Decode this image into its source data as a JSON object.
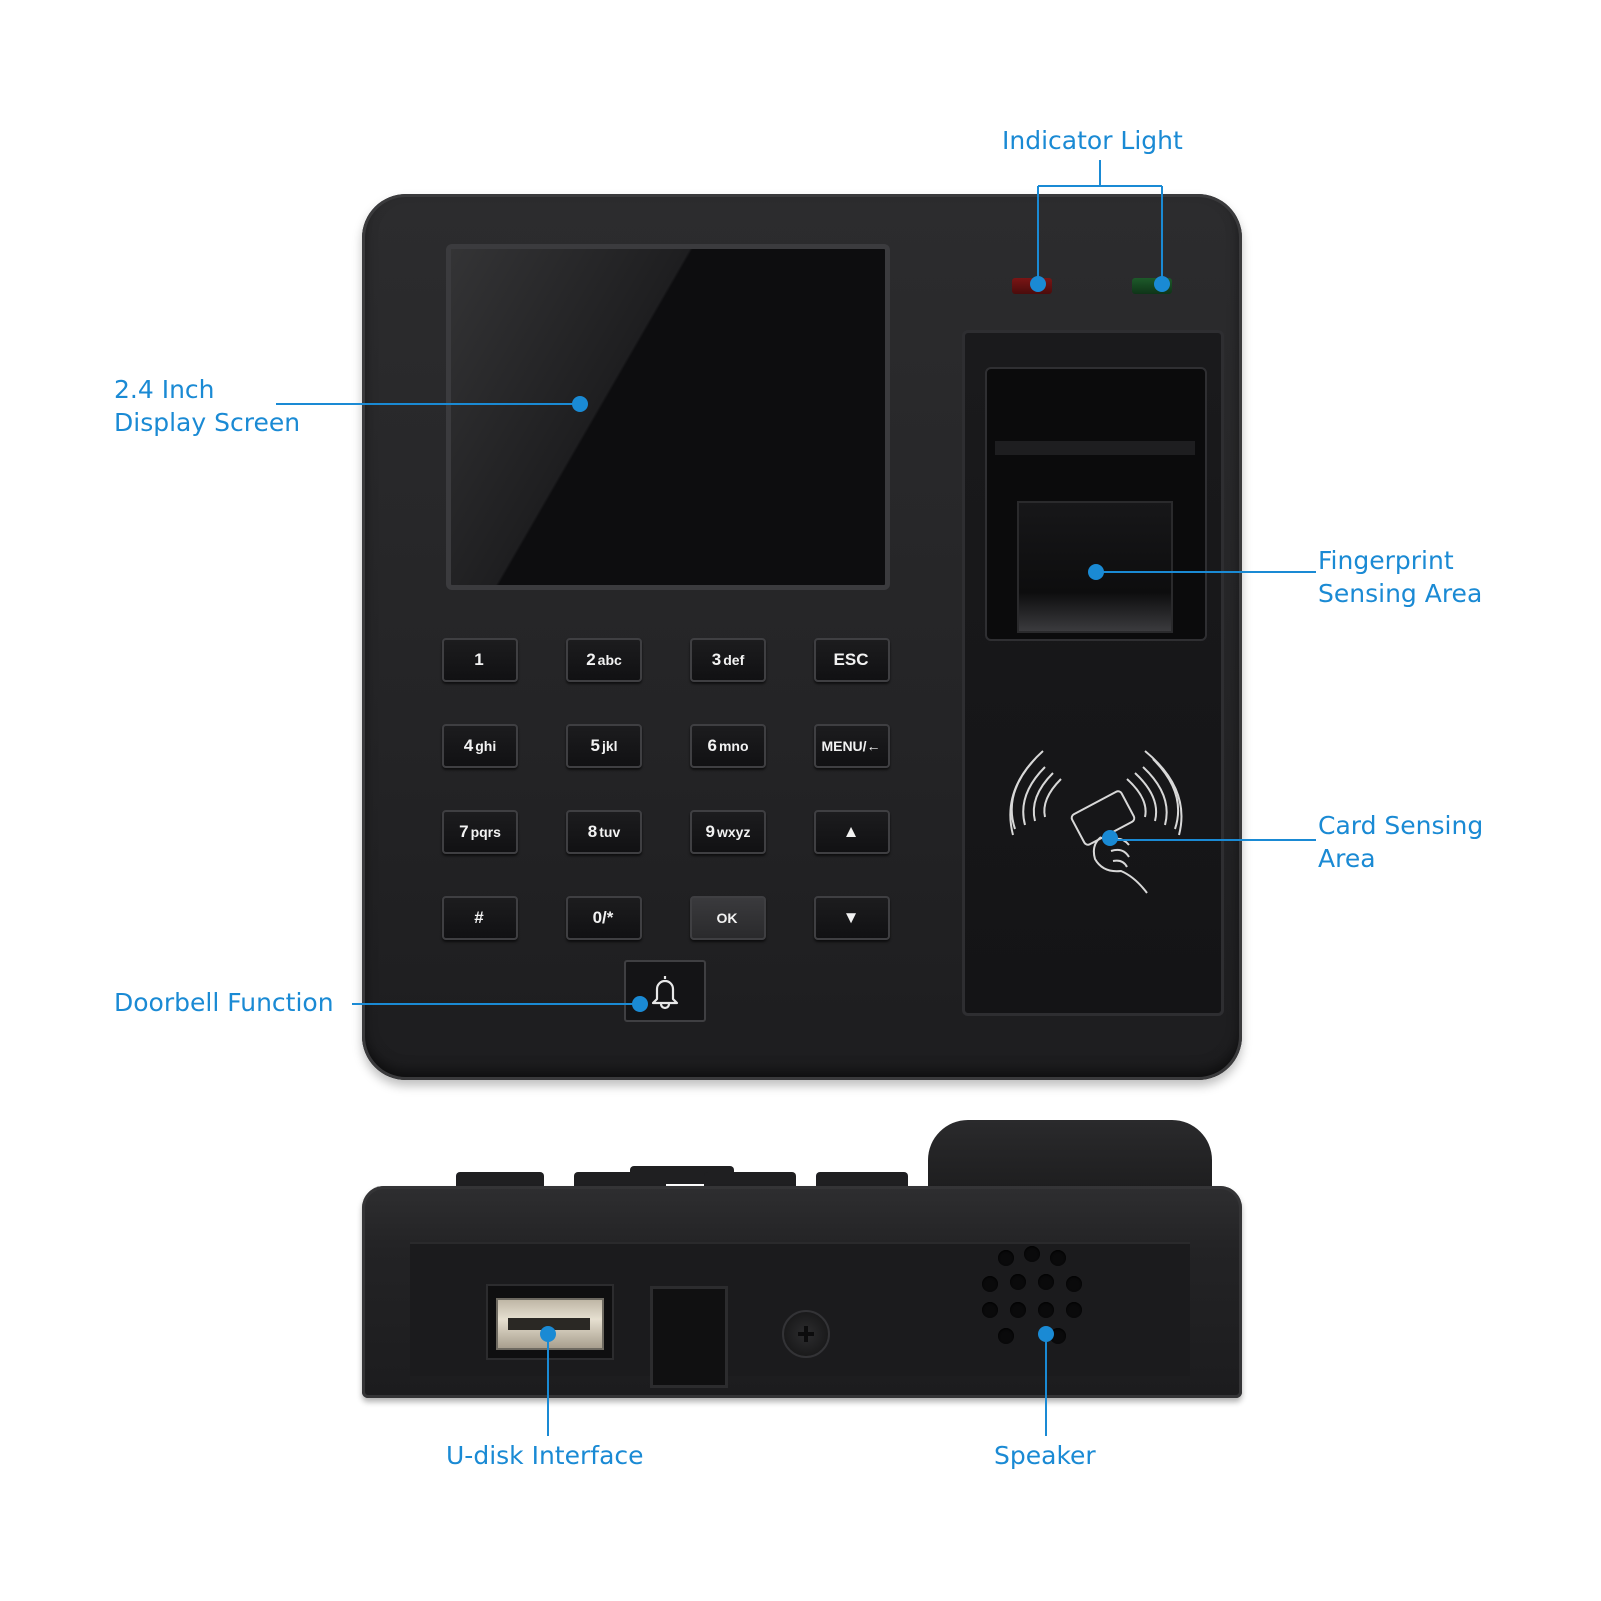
{
  "callouts": {
    "indicator_light": "Indicator Light",
    "display_screen_line1": "2.4 Inch",
    "display_screen_line2": "Display Screen",
    "fingerprint_line1": "Fingerprint",
    "fingerprint_line2": "Sensing Area",
    "card_line1": "Card Sensing",
    "card_line2": "Area",
    "doorbell": "Doorbell Function",
    "udisk": "U-disk Interface",
    "speaker": "Speaker"
  },
  "keypad": {
    "keys": [
      {
        "main": "1",
        "sub": ""
      },
      {
        "main": "2",
        "sub": "abc"
      },
      {
        "main": "3",
        "sub": "def"
      },
      {
        "main": "ESC",
        "sub": ""
      },
      {
        "main": "4",
        "sub": "ghi"
      },
      {
        "main": "5",
        "sub": "jkl"
      },
      {
        "main": "6",
        "sub": "mno"
      },
      {
        "main": "MENU/←",
        "sub": ""
      },
      {
        "main": "7",
        "sub": "pqrs"
      },
      {
        "main": "8",
        "sub": "tuv"
      },
      {
        "main": "9",
        "sub": "wxyz"
      },
      {
        "main": "▲",
        "sub": ""
      },
      {
        "main": "#",
        "sub": ""
      },
      {
        "main": "0/*",
        "sub": ""
      },
      {
        "main": "OK",
        "sub": ""
      },
      {
        "main": "▼",
        "sub": ""
      }
    ]
  },
  "icons": {
    "doorbell": "bell-icon",
    "card": "rfid-card-icon"
  },
  "colors": {
    "callout": "#1a8ad4",
    "device": "#242426",
    "led_red": "#7a1515",
    "led_green": "#1d5a2a"
  }
}
